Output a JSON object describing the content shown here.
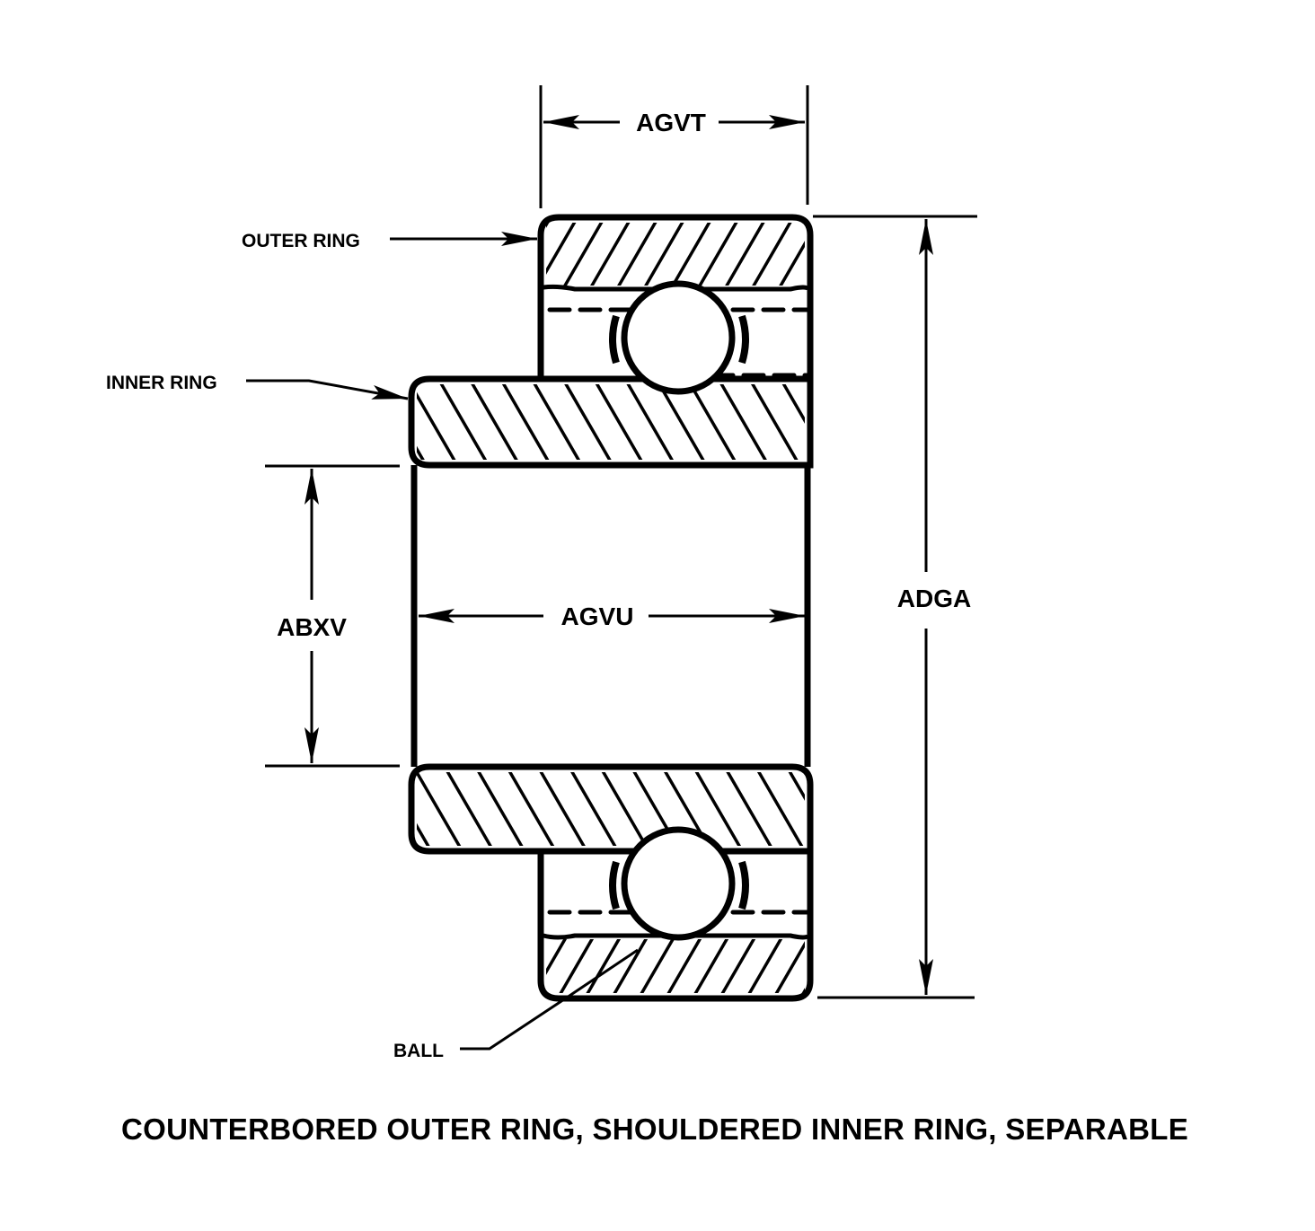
{
  "diagram": {
    "title": "COUNTERBORED OUTER RING, SHOULDERED INNER RING, SEPARABLE",
    "part_labels": {
      "outer_ring": "OUTER RING",
      "inner_ring": "INNER RING",
      "ball": "BALL"
    },
    "dimensions": {
      "outer_ring_width": "AGVT",
      "inner_ring_width": "AGVU",
      "bore_diameter": "ABXV",
      "outside_diameter": "ADGA"
    },
    "colors": {
      "ink": "#000000",
      "background": "#ffffff"
    }
  }
}
